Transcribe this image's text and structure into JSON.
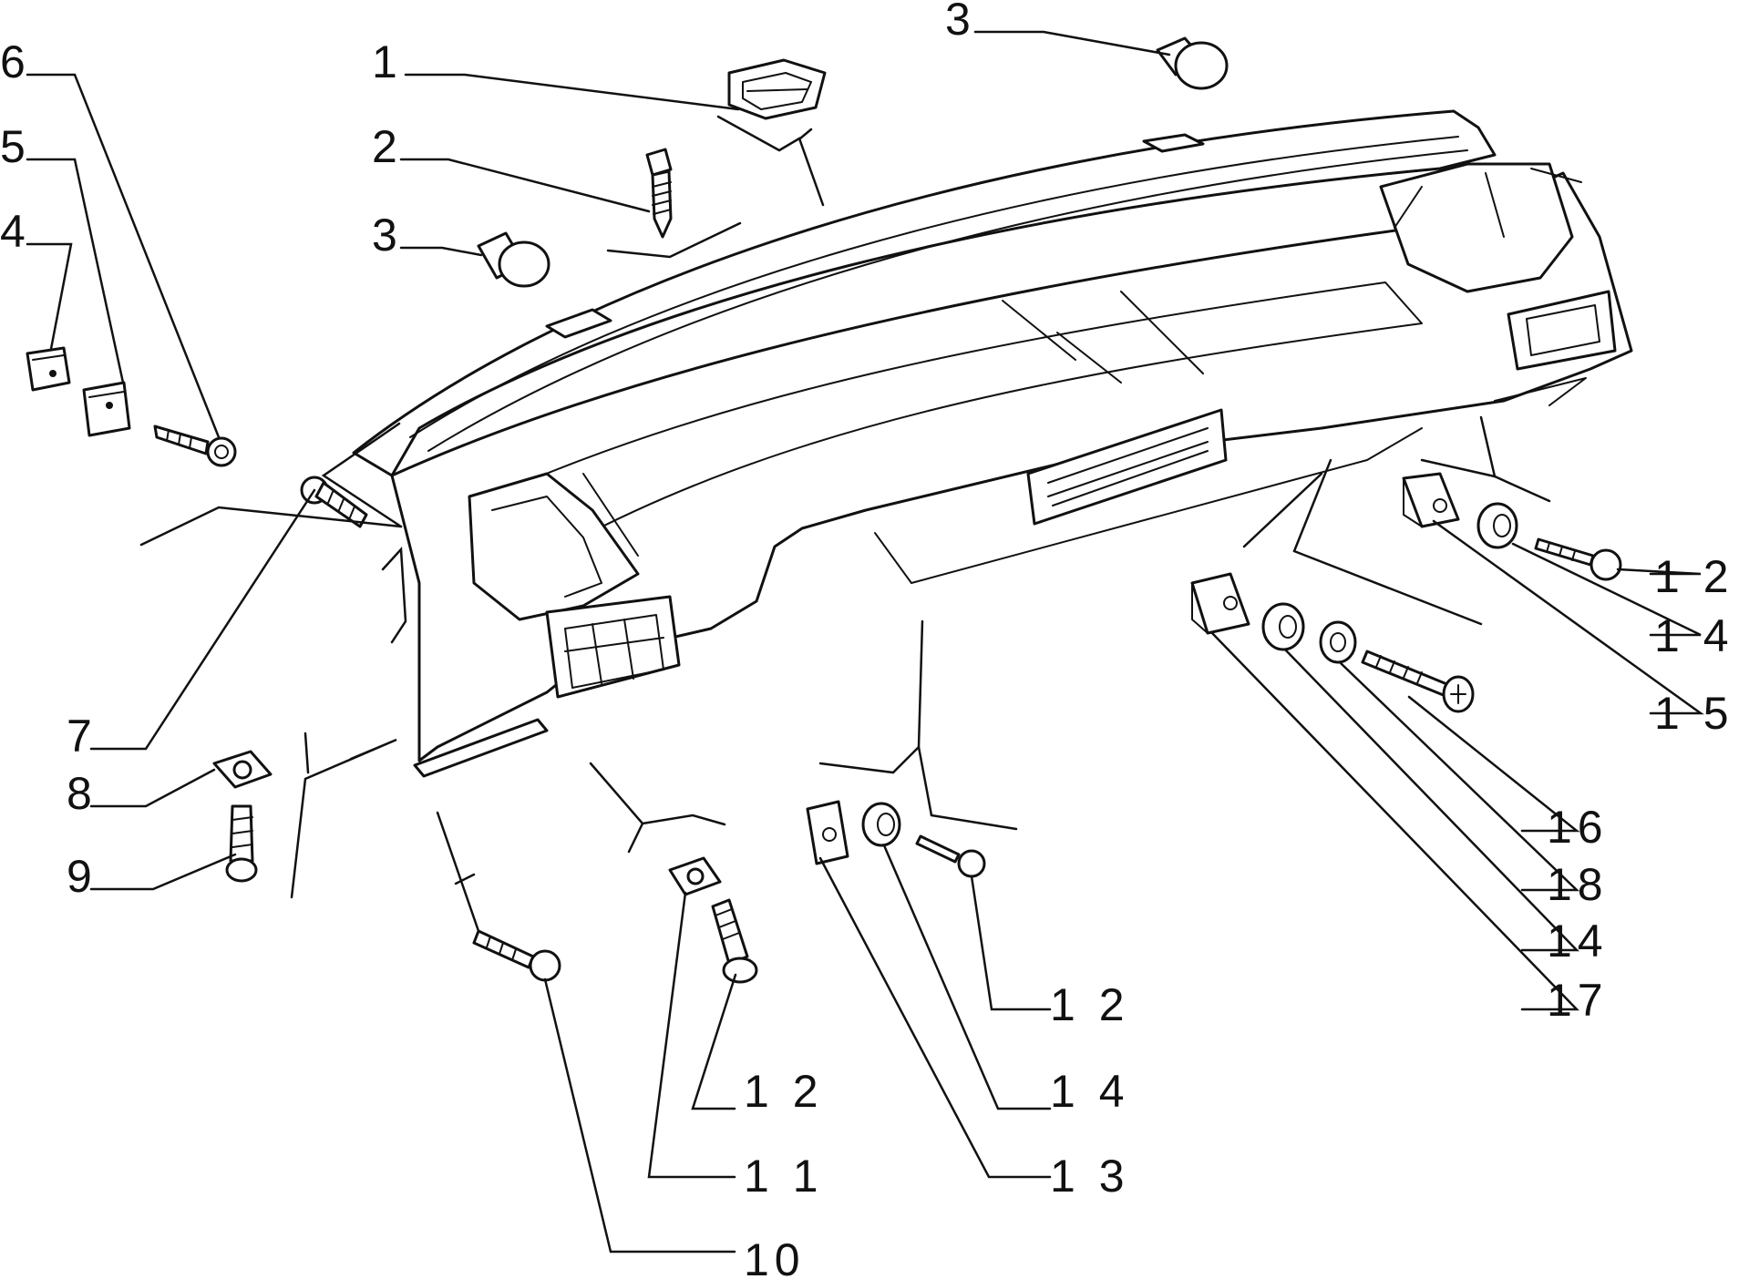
{
  "diagram": {
    "callouts": [
      {
        "id": "c1",
        "text": "1"
      },
      {
        "id": "c2",
        "text": "2"
      },
      {
        "id": "c3a",
        "text": "3"
      },
      {
        "id": "c3b",
        "text": "3"
      },
      {
        "id": "c4",
        "text": "4"
      },
      {
        "id": "c5",
        "text": "5"
      },
      {
        "id": "c6",
        "text": "6"
      },
      {
        "id": "c7",
        "text": "7"
      },
      {
        "id": "c8",
        "text": "8"
      },
      {
        "id": "c9",
        "text": "9"
      },
      {
        "id": "c10",
        "text": "10"
      },
      {
        "id": "c11",
        "text": "1 1"
      },
      {
        "id": "c12a",
        "text": "1 2"
      },
      {
        "id": "c12b",
        "text": "1 2"
      },
      {
        "id": "c12c",
        "text": "1 2"
      },
      {
        "id": "c13",
        "text": "1 3"
      },
      {
        "id": "c14a",
        "text": "1 4"
      },
      {
        "id": "c14b",
        "text": "1 4"
      },
      {
        "id": "c14c",
        "text": "14"
      },
      {
        "id": "c15",
        "text": "1 5"
      },
      {
        "id": "c16",
        "text": "16"
      },
      {
        "id": "c17",
        "text": "17"
      },
      {
        "id": "c18",
        "text": "18"
      }
    ]
  }
}
